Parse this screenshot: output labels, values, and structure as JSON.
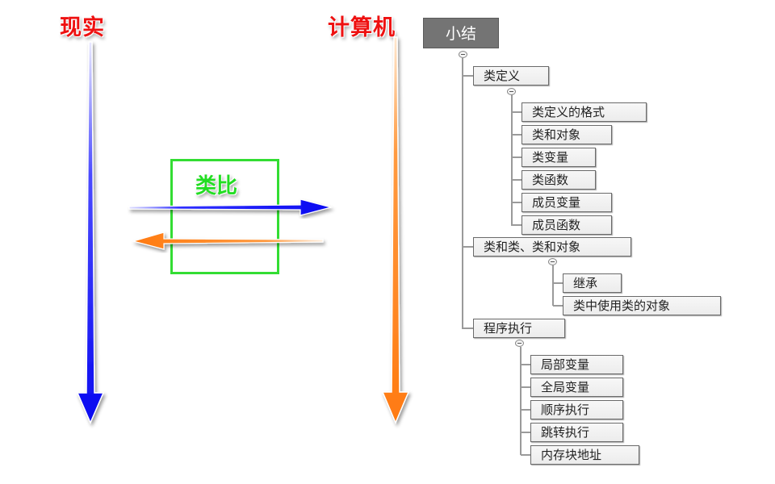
{
  "left_column": {
    "title": "现实",
    "title_color": "#ee1111",
    "arrow_color": "#1010ee",
    "arrow_direction": "down"
  },
  "right_column": {
    "title": "计算机",
    "title_color": "#ee1111",
    "arrow_color": "#ff7f11",
    "arrow_direction": "down"
  },
  "analogy": {
    "label": "类比",
    "label_color": "#22dd22",
    "box_color": "#33dd33",
    "arrow_right_color": "#1010ee",
    "arrow_left_color": "#ff7f11"
  },
  "mindmap": {
    "root": "小结",
    "branches": [
      {
        "label": "类定义",
        "children": [
          "类定义的格式",
          "类和对象",
          "类变量",
          "类函数",
          "成员变量",
          "成员函数"
        ]
      },
      {
        "label": "类和类、类和对象",
        "children": [
          "继承",
          "类中使用类的对象"
        ]
      },
      {
        "label": "程序执行",
        "children": [
          "局部变量",
          "全局变量",
          "顺序执行",
          "跳转执行",
          "内存块地址"
        ]
      }
    ]
  }
}
